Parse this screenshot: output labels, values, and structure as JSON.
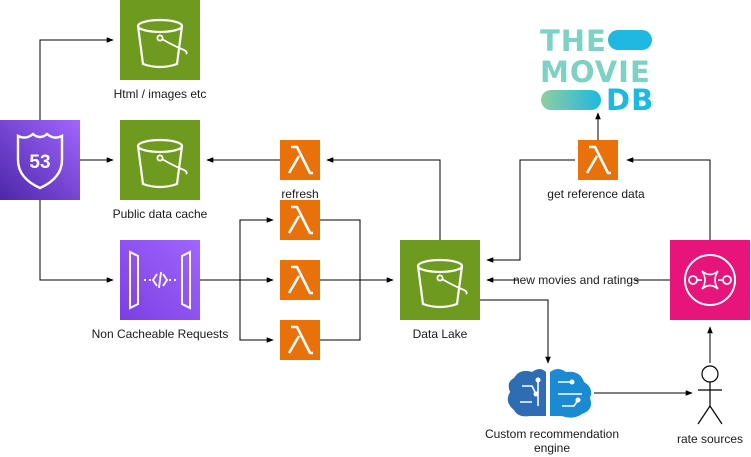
{
  "nodes": {
    "html_bucket": {
      "label": "Html / images etc",
      "icon": "s3-bucket-icon"
    },
    "public_cache_bucket": {
      "label": "Public data cache",
      "icon": "s3-bucket-icon"
    },
    "route53": {
      "label": "53",
      "icon": "route53-shield-icon"
    },
    "api_gateway": {
      "label": "Non Cacheable Requests",
      "icon": "api-gateway-icon"
    },
    "lambda_refresh": {
      "label": "refresh",
      "icon": "lambda-icon"
    },
    "lambda_reference": {
      "label": "get reference data",
      "icon": "lambda-icon"
    },
    "data_lake": {
      "label": "Data Lake",
      "icon": "s3-bucket-icon"
    },
    "recommendation_engine": {
      "label_line1": "Custom recommendation",
      "label_line2": "engine",
      "icon": "brain-icon"
    },
    "rate_sources": {
      "label": "rate sources",
      "icon": "actor-icon"
    },
    "event_bus": {
      "label": "",
      "icon": "eventbridge-icon"
    },
    "tmdb_logo": {
      "line1": "THE",
      "line2": "MOVIE",
      "line3": "DB",
      "icon": "tmdb-logo"
    }
  },
  "edges": {
    "new_movies_label": "new movies and ratings"
  },
  "colors": {
    "s3": "#6e9a1f",
    "lambda": "#e8710a",
    "purple": "#8c4fff",
    "pink": "#e7157b",
    "brain": "#2e6db4",
    "tmdb_text": "#7dd2c4",
    "tmdb_pill": "#1eb8e0"
  }
}
